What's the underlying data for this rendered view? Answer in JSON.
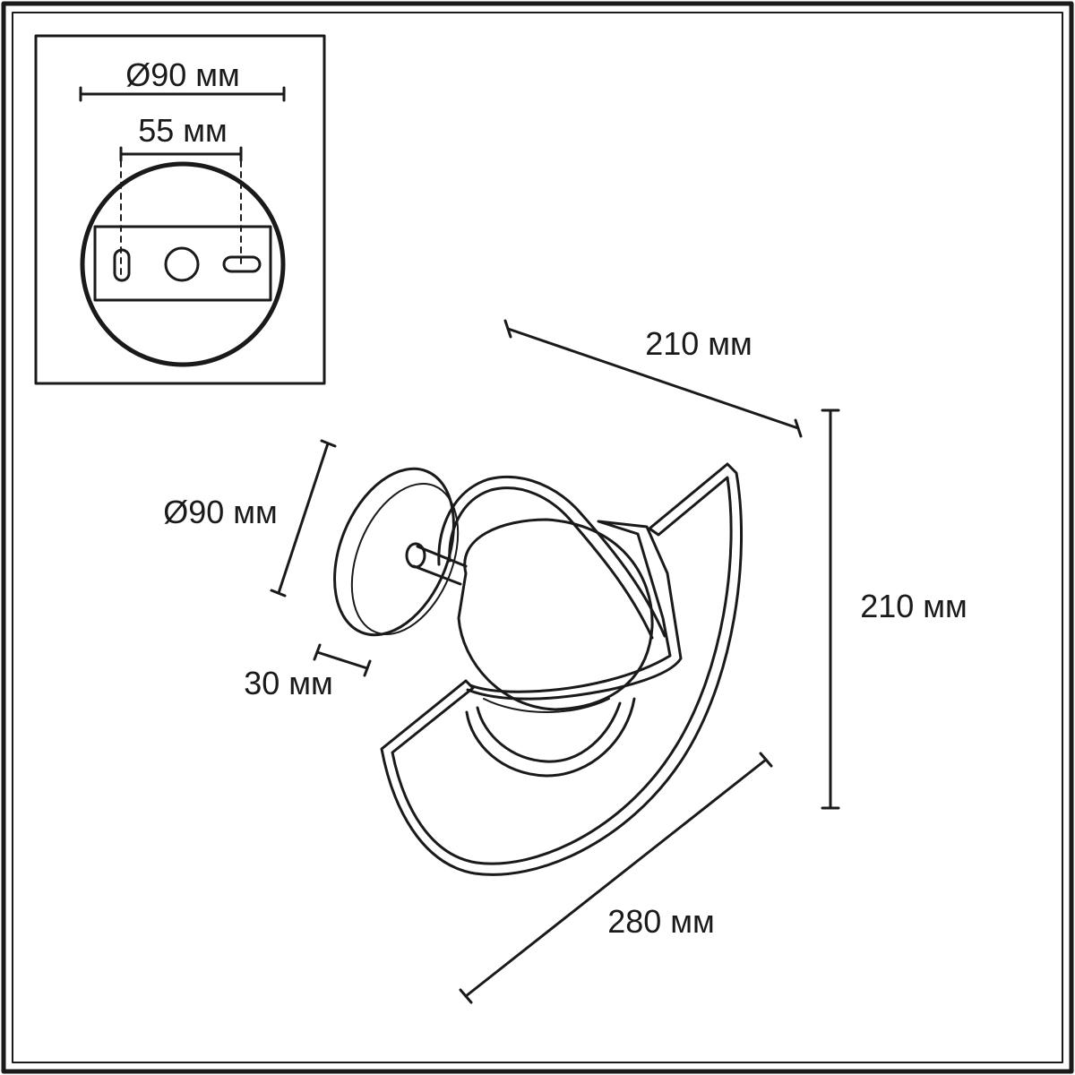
{
  "inset": {
    "plate_diameter_label": "Ø90 мм",
    "hole_spacing_label": "55 мм"
  },
  "dimensions": {
    "depth_label": "210 мм",
    "height_label": "210 мм",
    "plate_diameter_label": "Ø90 мм",
    "plate_thickness_label": "30 мм",
    "width_label": "280 мм"
  }
}
